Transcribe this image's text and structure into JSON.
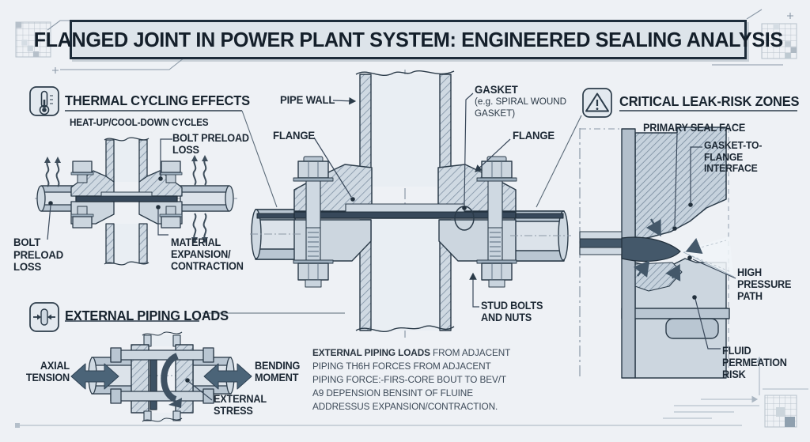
{
  "title": "FLANGED JOINT IN POWER PLANT SYSTEM: ENGINEERED SEALING ANALYSIS",
  "colors": {
    "background": "#eef1f5",
    "ink": "#1d2c3a",
    "title_fill": "#dde4ea",
    "steel_light": "#d4dde5",
    "steel_mid": "#b9c6d2",
    "gasket_dark": "#37485a",
    "slate_arrow": "#4b6478",
    "leader": "#39485a",
    "decor": "#aab6c2"
  },
  "icons": {
    "thermal": "thermometer-icon",
    "leak": "warning-triangle-icon",
    "loads": "compress-arrows-icon"
  },
  "thermal_panel": {
    "heading": "THERMAL CYCLING EFFECTS",
    "subheading": "HEAT-UP/COOL-DOWN CYCLES",
    "label_bolt_preload_top": "BOLT PRELOAD\nLOSS",
    "label_bolt_preload_bottom": "BOLT\nPRELOAD\nLOSS",
    "label_material": "MATERIAL\nEXPANSION/\nCONTRACTION"
  },
  "main_diagram": {
    "label_pipe_wall": "PIPE WALL",
    "label_flange_left": "FLANGE",
    "label_flange_right": "FLANGE",
    "label_gasket_title": "GASKET",
    "label_gasket_sub": "(e.g. SPIRAL WOUND\nGASKET)",
    "label_stud_bolts": "STUD BOLTS\nAND NUTS"
  },
  "leak_panel": {
    "heading": "CRITICAL LEAK-RISK ZONES",
    "label_primary_seal": "PRIMARY SEAL FACE",
    "label_gasket_interface": "GASKET-TO-\nFLANGE\nINTERFACE",
    "label_high_pressure": "HIGH\nPRESSURE\nPATH",
    "label_fluid_permeation": "FLUID\nPERMEATION\nRISK"
  },
  "loads_panel": {
    "heading": "EXTERNAL PIPING LOADS",
    "label_axial": "AXIAL\nTENSION",
    "label_bending": "BENDING\nMOMENT",
    "label_external_stress": "EXTERNAL\nSTRESS"
  },
  "note": {
    "lead": "EXTERNAL PIPING LOADS",
    "body": " FROM ADJACENT\nPIPING TH6H FORCES FROM ADJACENT\nPIPING FORCE:-FIRS-CORE BOUT TO BEV/T\nA9 DEPENSION BENSINT OF FLUINE\nADDRESSUS EXPANSION/CONTRACTION."
  }
}
